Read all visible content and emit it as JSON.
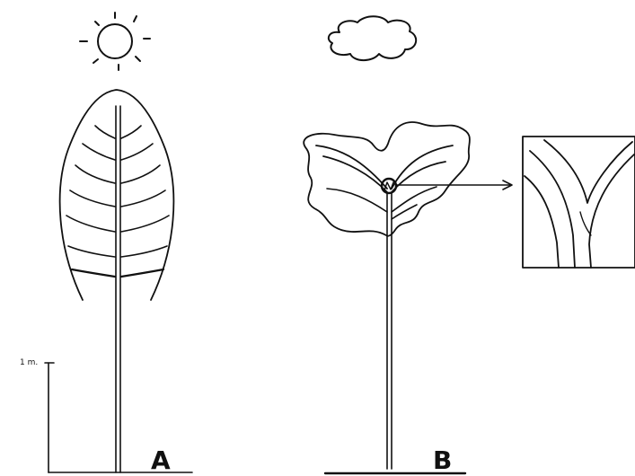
{
  "scale": {
    "label": "1 m."
  },
  "trees": [
    {
      "id": "A",
      "label": "A",
      "condition": "sun-icon"
    },
    {
      "id": "B",
      "label": "B",
      "condition": "cloud-icon"
    }
  ],
  "inset": {
    "type": "magnified-branch-fork"
  }
}
